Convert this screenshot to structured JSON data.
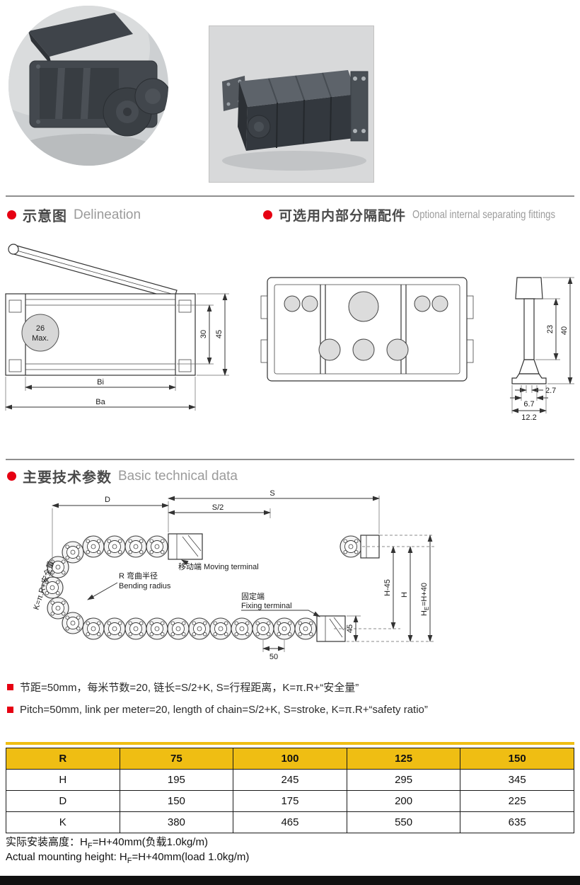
{
  "headers": {
    "delineation": {
      "zh": "示意图",
      "en": "Delineation"
    },
    "fittings": {
      "zh": "可选用内部分隔配件",
      "en": "Optional internal separating fittings"
    },
    "technical": {
      "zh": "主要技术参数",
      "en": "Basic technical data"
    }
  },
  "side_view": {
    "max_line1": "26",
    "max_line2": "Max.",
    "dim_30": "30",
    "dim_45": "45",
    "bi": "Bi",
    "ba": "Ba"
  },
  "profile": {
    "d23": "23",
    "d40": "40",
    "d27": "2.7",
    "d67": "6.7",
    "d122": "12.2"
  },
  "diagram": {
    "dim_d": "D",
    "dim_s": "S",
    "dim_s2": "S/2",
    "k_formula": "K=π.R+安全量",
    "moving_terminal": "移动端 Moving terminal",
    "bending_radius_zh": "R 弯曲半径",
    "bending_radius_en": "Bending radius",
    "fixing_terminal_zh": "固定端",
    "fixing_terminal_en": "Fixing terminal",
    "dim_h45": "H-45",
    "dim_h": "H",
    "he_pre": "H",
    "he_sub": "E",
    "he_post": "=H+40",
    "dim_45": "45",
    "dim_50": "50"
  },
  "notes": {
    "zh": "节距=50mm，每米节数=20, 链长=S/2+K, S=行程距离，K=π.R+“安全量”",
    "en": "Pitch=50mm, link per meter=20, length of chain=S/2+K, S=stroke, K=π.R+“safety ratio”"
  },
  "table": {
    "rows": [
      {
        "label": "R",
        "values": [
          "75",
          "100",
          "125",
          "150"
        ]
      },
      {
        "label": "H",
        "values": [
          "195",
          "245",
          "295",
          "345"
        ]
      },
      {
        "label": "D",
        "values": [
          "150",
          "175",
          "200",
          "225"
        ]
      },
      {
        "label": "K",
        "values": [
          "380",
          "465",
          "550",
          "635"
        ]
      }
    ]
  },
  "footer": {
    "zh_pre": "实际安装高度：H",
    "zh_sub": "F",
    "zh_post": "=H+40mm(负载1.0kg/m)",
    "en_pre": "Actual mounting height: H",
    "en_sub": "F",
    "en_post": "=H+40mm(load 1.0kg/m)"
  },
  "colors": {
    "accent_red": "#e60012",
    "table_gold": "#efbe13"
  }
}
